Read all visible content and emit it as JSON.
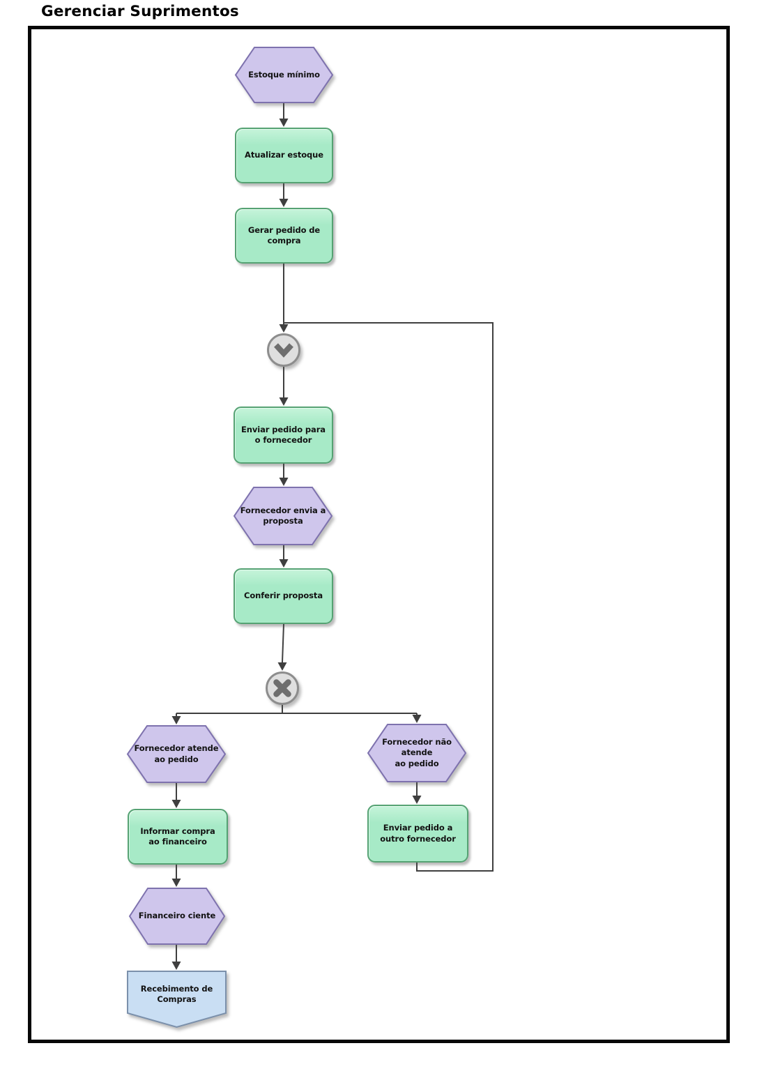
{
  "title": "Gerenciar Suprimentos",
  "diagram": {
    "nodes": {
      "estoque_minimo": "Estoque mínimo",
      "atualizar_estoque": "Atualizar estoque",
      "gerar_pedido": "Gerar pedido de\ncompra",
      "enviar_pedido_fornecedor": "Enviar pedido para\no fornecedor",
      "fornecedor_envia_proposta": "Fornecedor envia a\nproposta",
      "conferir_proposta": "Conferir proposta",
      "fornecedor_atende": "Fornecedor atende\nao pedido",
      "fornecedor_nao_atende": "Fornecedor não\natende\nao pedido",
      "informar_compra": "Informar compra\nao financeiro",
      "enviar_outro_fornecedor": "Enviar pedido a\noutro fornecedor",
      "financeiro_ciente": "Financeiro ciente",
      "recebimento_compras": "Recebimento de\nCompras"
    },
    "gateways": {
      "merge_icon": "chevron-down-icon",
      "split_icon": "x-icon"
    },
    "colors": {
      "event_fill": "#cfc6ec",
      "event_border": "#7e72ae",
      "task_fill": "#a7eac7",
      "task_border": "#55a273",
      "interface_fill": "#c9def3",
      "interface_border": "#7b90ab",
      "gateway_fill": "#dfdfdf",
      "gateway_border": "#8d8d8d",
      "gateway_glyph": "#6e6e6e",
      "connector": "#3f3f3f"
    }
  }
}
